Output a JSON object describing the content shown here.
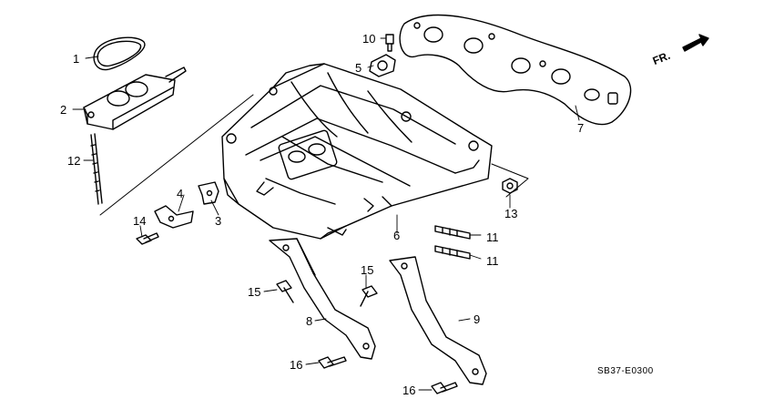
{
  "diagram": {
    "code": "SB37-E0300",
    "direction_label": "FR."
  },
  "callouts": {
    "c1": "1",
    "c2": "2",
    "c3": "3",
    "c4": "4",
    "c5": "5",
    "c6": "6",
    "c7": "7",
    "c8": "8",
    "c9": "9",
    "c10": "10",
    "c11a": "11",
    "c11b": "11",
    "c12": "12",
    "c13": "13",
    "c14": "14",
    "c15a": "15",
    "c15b": "15",
    "c16a": "16",
    "c16b": "16"
  }
}
